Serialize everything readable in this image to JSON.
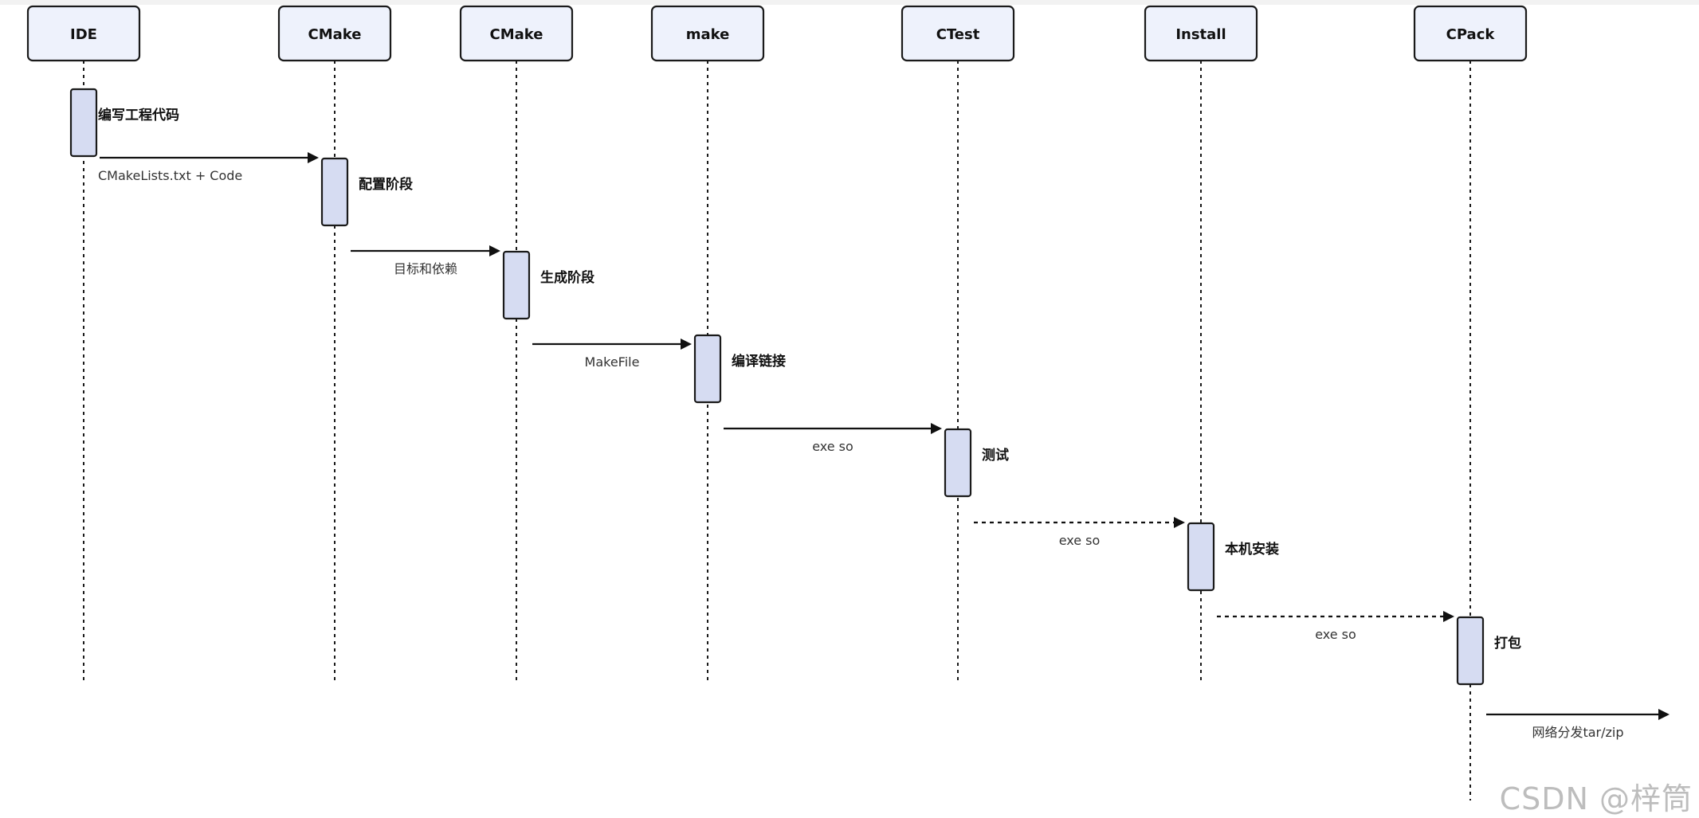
{
  "actors": [
    {
      "id": "ide",
      "label": "IDE"
    },
    {
      "id": "cmake1",
      "label": "CMake"
    },
    {
      "id": "cmake2",
      "label": "CMake"
    },
    {
      "id": "make",
      "label": "make"
    },
    {
      "id": "ctest",
      "label": "CTest"
    },
    {
      "id": "install",
      "label": "Install"
    },
    {
      "id": "cpack",
      "label": "CPack"
    }
  ],
  "activations": [
    {
      "actor": 0,
      "label": "编写工程代码"
    },
    {
      "actor": 1,
      "label": "配置阶段"
    },
    {
      "actor": 2,
      "label": "生成阶段"
    },
    {
      "actor": 3,
      "label": "编译链接"
    },
    {
      "actor": 4,
      "label": "测试"
    },
    {
      "actor": 5,
      "label": "本机安装"
    },
    {
      "actor": 6,
      "label": "打包"
    }
  ],
  "messages": [
    {
      "from": 0,
      "to": 1,
      "label": "CMakeLists.txt + Code",
      "style": "solid"
    },
    {
      "from": 1,
      "to": 2,
      "label": "目标和依赖",
      "style": "solid"
    },
    {
      "from": 2,
      "to": 3,
      "label": "MakeFile",
      "style": "solid"
    },
    {
      "from": 3,
      "to": 4,
      "label": "exe so",
      "style": "solid"
    },
    {
      "from": 4,
      "to": 5,
      "label": "exe so",
      "style": "dashed"
    },
    {
      "from": 5,
      "to": 6,
      "label": "exe so",
      "style": "dashed"
    },
    {
      "from": 6,
      "to": null,
      "label": "网络分发tar/zip",
      "style": "solid"
    }
  ],
  "watermark": "CSDN @梓筒",
  "colors": {
    "actor_fill": "#eef2fc",
    "activation_fill": "#d6dcf2",
    "stroke": "#1a1a1a",
    "watermark": "#bdbdbd"
  }
}
